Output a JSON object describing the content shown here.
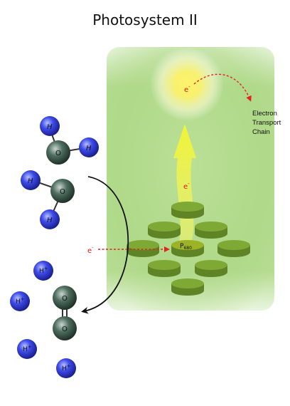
{
  "title": "Photosystem II",
  "etc_lines": [
    "Electron",
    "Transport",
    "Chain"
  ],
  "electron": "e",
  "electron_sup": "-",
  "p680_main": "P",
  "p680_sub": "680",
  "hydrogen": "H",
  "oxygen": "O",
  "proton": "H",
  "proton_sup": "+",
  "colors": {
    "green_field": "#a9d67f",
    "disc_top": "#7fa935",
    "disc_side": "#5f8426",
    "p680_top": "#9cb326",
    "glow": "#fff36a",
    "arrow_red": "#e32222",
    "hydrogen": "#2f3bd6",
    "oxygen": "#3b5a4c"
  }
}
